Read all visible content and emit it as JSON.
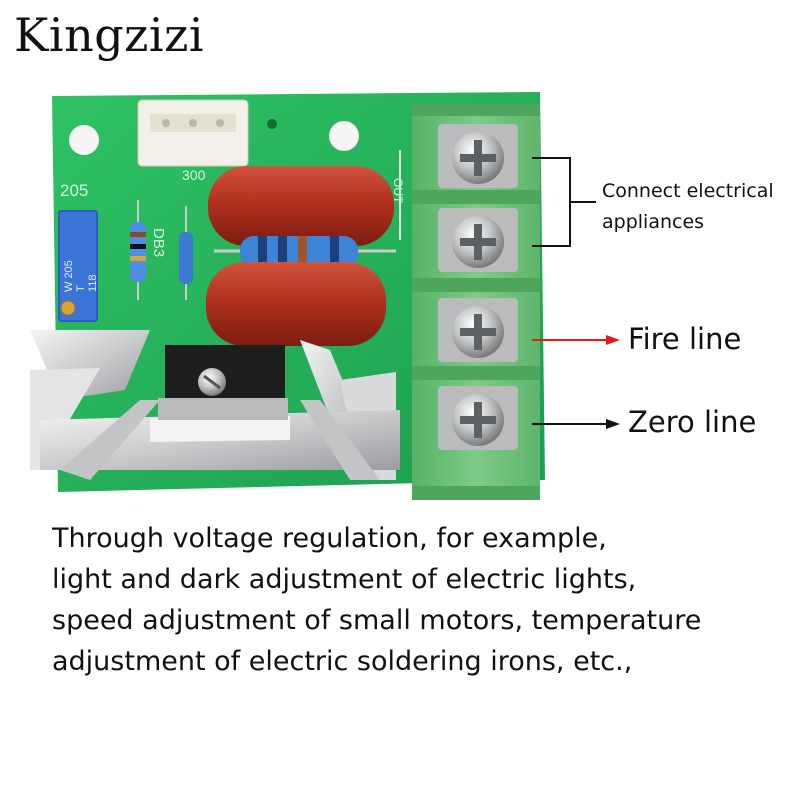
{
  "brand": "Kingzizi",
  "board": {
    "silkscreen_205": "205",
    "diode_label": "DB3",
    "connector_label": "300",
    "out_label": "OUT",
    "trimmer_text": [
      "W 205",
      "T",
      "118"
    ]
  },
  "labels": {
    "connect_line1": "Connect electrical",
    "connect_line2": "appliances",
    "fire": "Fire line",
    "zero": "Zero line"
  },
  "description": [
    "Through voltage regulation, for example,",
    "light and dark adjustment of electric lights,",
    "speed adjustment of small motors, temperature",
    "adjustment of electric soldering irons, etc.,"
  ],
  "colors": {
    "pcb": "#22b05a",
    "terminal": "#6fc27a",
    "capacitor": "#b2311f",
    "fire_arrow": "#e11b1b",
    "zero_arrow": "#111111"
  }
}
